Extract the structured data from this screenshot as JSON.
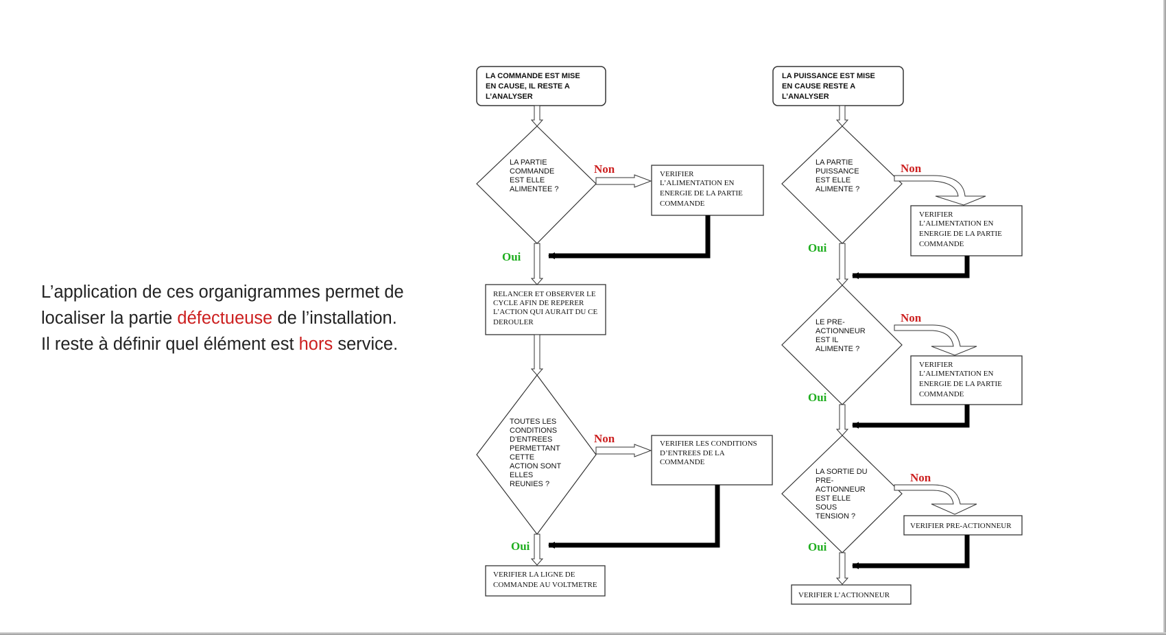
{
  "intro": {
    "line1": "L’application de ces organigrammes permet de",
    "line2_a": "localiser la partie ",
    "line2_highlight": "défectueuse",
    "line2_b": " de l’installation.",
    "line3_a": "Il reste à définir quel élément est ",
    "line3_highlight": "hors",
    "line3_b": " service."
  },
  "labels": {
    "no": "Non",
    "yes": "Oui"
  },
  "colors": {
    "no": "#cc1f1f",
    "yes": "#1fae1f",
    "highlight": "#cc1f1f"
  },
  "left_flow": {
    "start": [
      "LA COMMANDE EST MISE",
      "EN CAUSE, IL RESTE A",
      "L’ANALYSER"
    ],
    "decision1": [
      "LA PARTIE",
      "COMMANDE",
      "EST ELLE",
      "ALIMENTEE ?"
    ],
    "action1": [
      "VERIFIER",
      "L’ALIMENTATION EN",
      "ENERGIE DE LA  PARTIE",
      "COMMANDE"
    ],
    "step2": [
      "RELANCER ET OBSERVER LE",
      "CYCLE  AFIN DE REPERER",
      "L’ACTION QUI AURAIT DU CE",
      "DEROULER"
    ],
    "decision2": [
      "TOUTES LES",
      "CONDITIONS",
      "D’ENTREES",
      "PERMETTANT",
      "CETTE",
      "ACTION SONT",
      "ELLES",
      "REUNIES ?"
    ],
    "action2": [
      "VERIFIER LES CONDITIONS",
      "D’ENTREES DE LA",
      "COMMANDE"
    ],
    "end": [
      "VERIFIER LA LIGNE DE",
      "COMMANDE AU VOLTMETRE"
    ]
  },
  "right_flow": {
    "start": [
      "LA PUISSANCE EST  MISE",
      "EN CAUSE RESTE A",
      "L’ANALYSER"
    ],
    "decision1": [
      "LA PARTIE",
      "PUISSANCE",
      "EST ELLE",
      "ALIMENTE ?"
    ],
    "action1": [
      "VERIFIER",
      "L’ALIMENTATION EN",
      "ENERGIE DE LA  PARTIE",
      "COMMANDE"
    ],
    "decision2": [
      "LE PRE-",
      "ACTIONNEUR",
      "EST IL",
      "ALIMENTE ?"
    ],
    "action2": [
      "VERIFIER",
      "L’ALIMENTATION EN",
      "ENERGIE DE LA  PARTIE",
      "COMMANDE"
    ],
    "decision3": [
      "LA SORTIE DU",
      "PRE-",
      "ACTIONNEUR",
      "EST ELLE",
      "SOUS",
      "TENSION ?"
    ],
    "action3": [
      "VERIFIER PRE-ACTIONNEUR"
    ],
    "end": [
      "VERIFIER L’ACTIONNEUR"
    ]
  }
}
